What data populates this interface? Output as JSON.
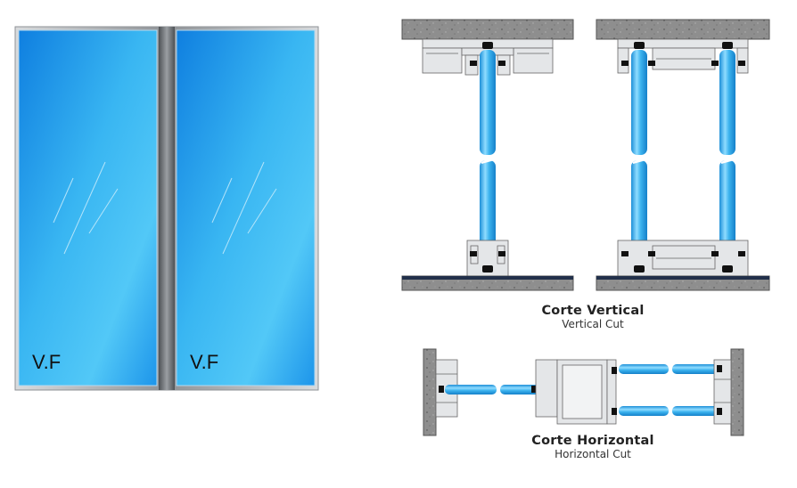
{
  "elevation": {
    "panels": [
      {
        "label": "V.F"
      },
      {
        "label": "V.F"
      }
    ]
  },
  "vertical_section": {
    "title": "Corte Vertical",
    "subtitle": "Vertical Cut"
  },
  "horizontal_section": {
    "title": "Corte Horizontal",
    "subtitle": "Horizontal Cut"
  },
  "colors": {
    "glass": "#2aa9ec",
    "glass_light": "#a6e6ff",
    "frame": "#b9bcbf",
    "mullion": "#7b7e82",
    "concrete": "#8c8c8c",
    "floor": "#22304a",
    "gasket": "#111111"
  }
}
